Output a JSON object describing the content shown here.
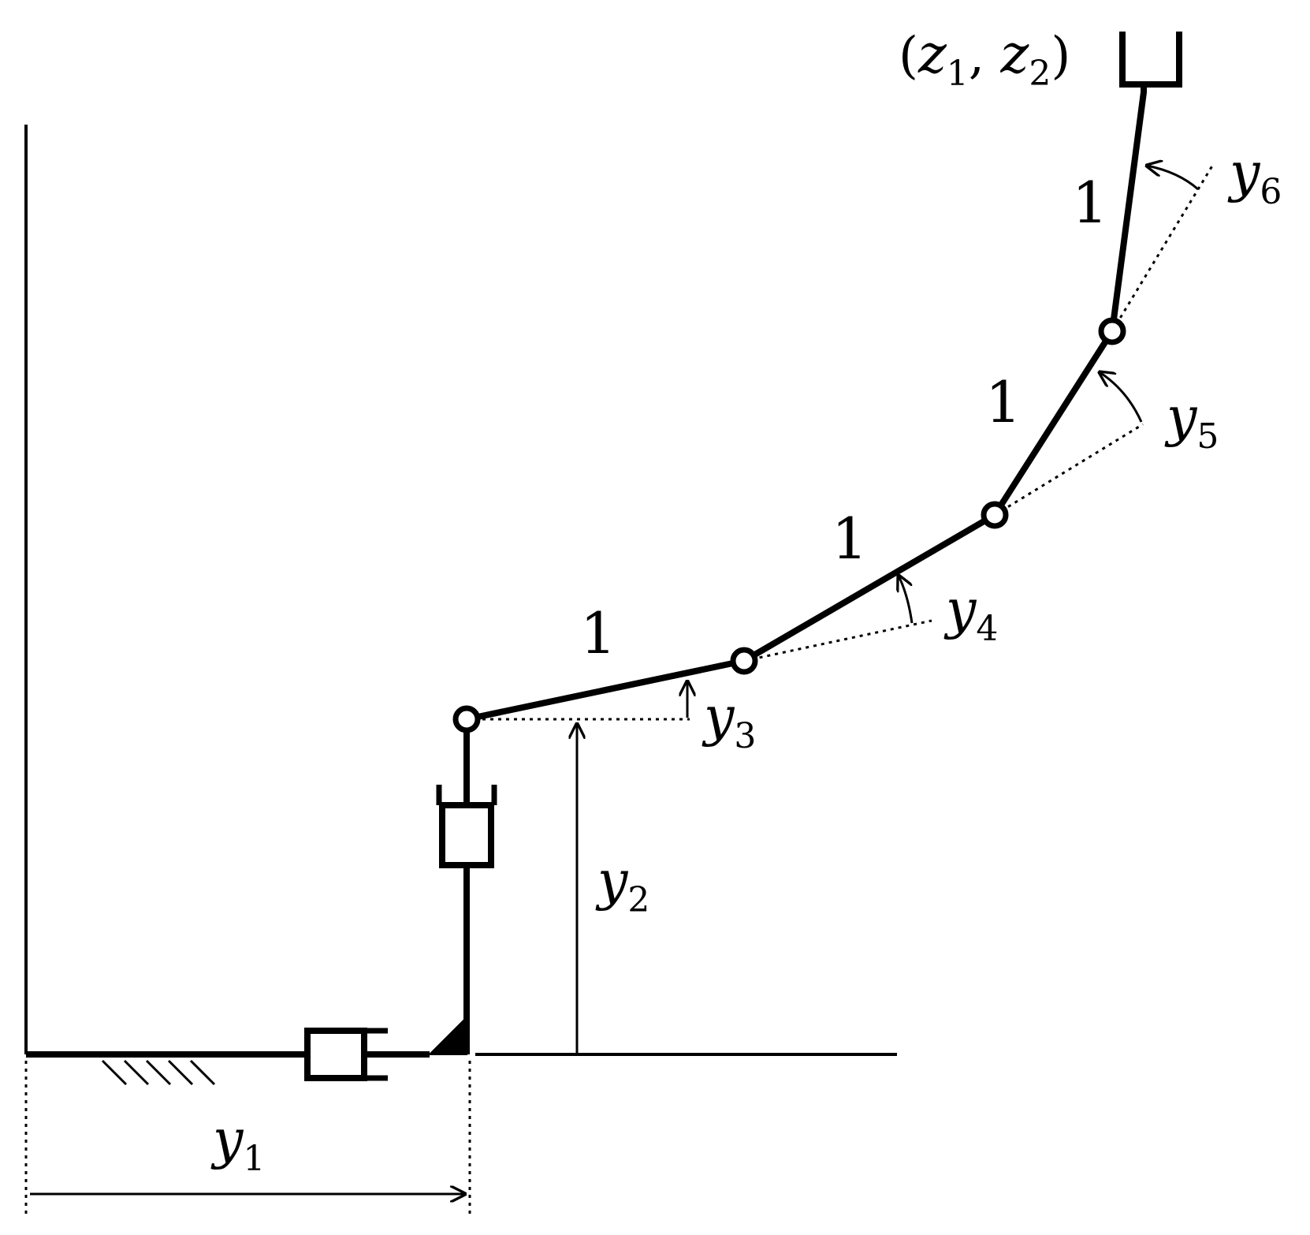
{
  "labels": {
    "y1": {
      "base": "y",
      "sub": "1"
    },
    "y2": {
      "base": "y",
      "sub": "2"
    },
    "y3": {
      "base": "y",
      "sub": "3"
    },
    "y4": {
      "base": "y",
      "sub": "4"
    },
    "y5": {
      "base": "y",
      "sub": "5"
    },
    "y6": {
      "base": "y",
      "sub": "6"
    },
    "endpoint": {
      "open": "(",
      "z": "z",
      "sub1": "1",
      "comma": ", ",
      "sub2": "2",
      "close": ")"
    }
  },
  "link_lengths": [
    "1",
    "1",
    "1",
    "1"
  ],
  "colors": {
    "stroke": "#000000",
    "background": "#ffffff"
  }
}
